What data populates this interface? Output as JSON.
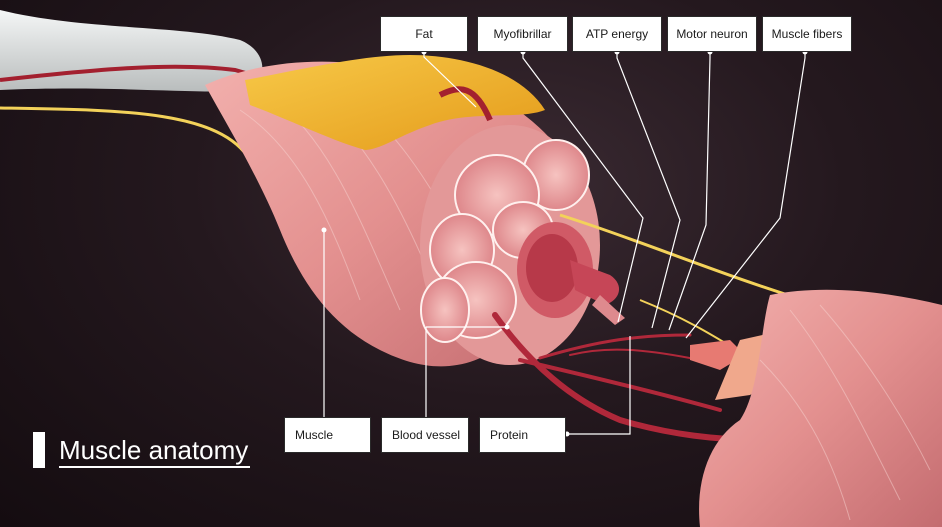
{
  "title": "Muscle anatomy",
  "labels": {
    "fat": "Fat",
    "myofibrillar": "Myofibrillar",
    "atp_energy": "ATP energy",
    "motor_neuron": "Motor neuron",
    "muscle_fibers": "Muscle fibers",
    "muscle": "Muscle",
    "blood_vessel": "Blood vessel",
    "protein": "Protein"
  },
  "colors": {
    "background": "#1e1418",
    "muscle": "#e89a98",
    "fat": "#f2b62e",
    "nerve": "#f3d25a",
    "vessel": "#b0283a",
    "bone": "#e8eaea",
    "label_bg": "#ffffff"
  }
}
